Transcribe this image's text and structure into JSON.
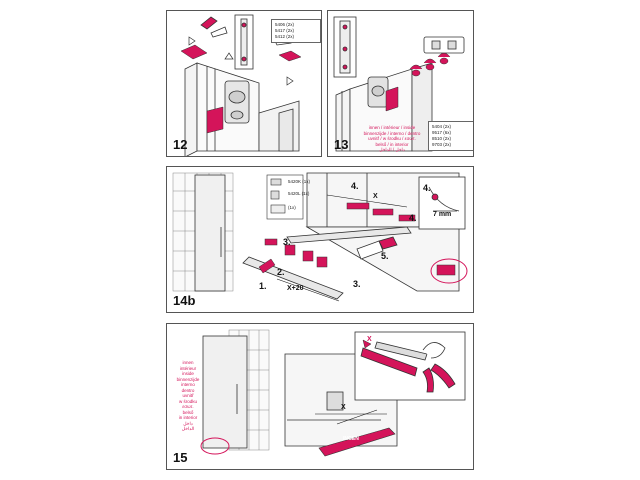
{
  "colors": {
    "accent": "#d4145a",
    "line": "#333333",
    "gray": "#bdbdbd"
  },
  "panel12": {
    "step": "12",
    "parts": [
      "5406 (2x)",
      "5417 (2x)",
      "5412 (2x)"
    ]
  },
  "panel13": {
    "step": "13",
    "parts": [
      "5404 (2x)",
      "9517 (6x)",
      "8510 (2x)",
      "9703 (2x)"
    ],
    "inside": [
      "innen / intérieur / inside",
      "binnenzijde / interno / dentro",
      "uvnitř / w środku / εσωτ.",
      "belső / in interior",
      "داخل / الداخل"
    ]
  },
  "panel14b": {
    "step": "14b",
    "parts": [
      "5420K (1x)",
      "5420L (1x)",
      "(1x)"
    ],
    "callouts": [
      "4.",
      "4.",
      "3.",
      "2.",
      "1.",
      "5.",
      "3.",
      "4."
    ],
    "measure_x20": "X+20",
    "measure_x": "X",
    "measure_7mm": "7 mm"
  },
  "panel15": {
    "step": "15",
    "inside": [
      "innen",
      "intérieur",
      "inside",
      "binnenzijde",
      "interno",
      "dentro",
      "uvnitř",
      "w środku",
      "εσωτ.",
      "belső",
      "in interior",
      "داخل",
      "الداخل"
    ],
    "measure_x": "X",
    "measure_x2": "X",
    "brand": "INGEN"
  }
}
